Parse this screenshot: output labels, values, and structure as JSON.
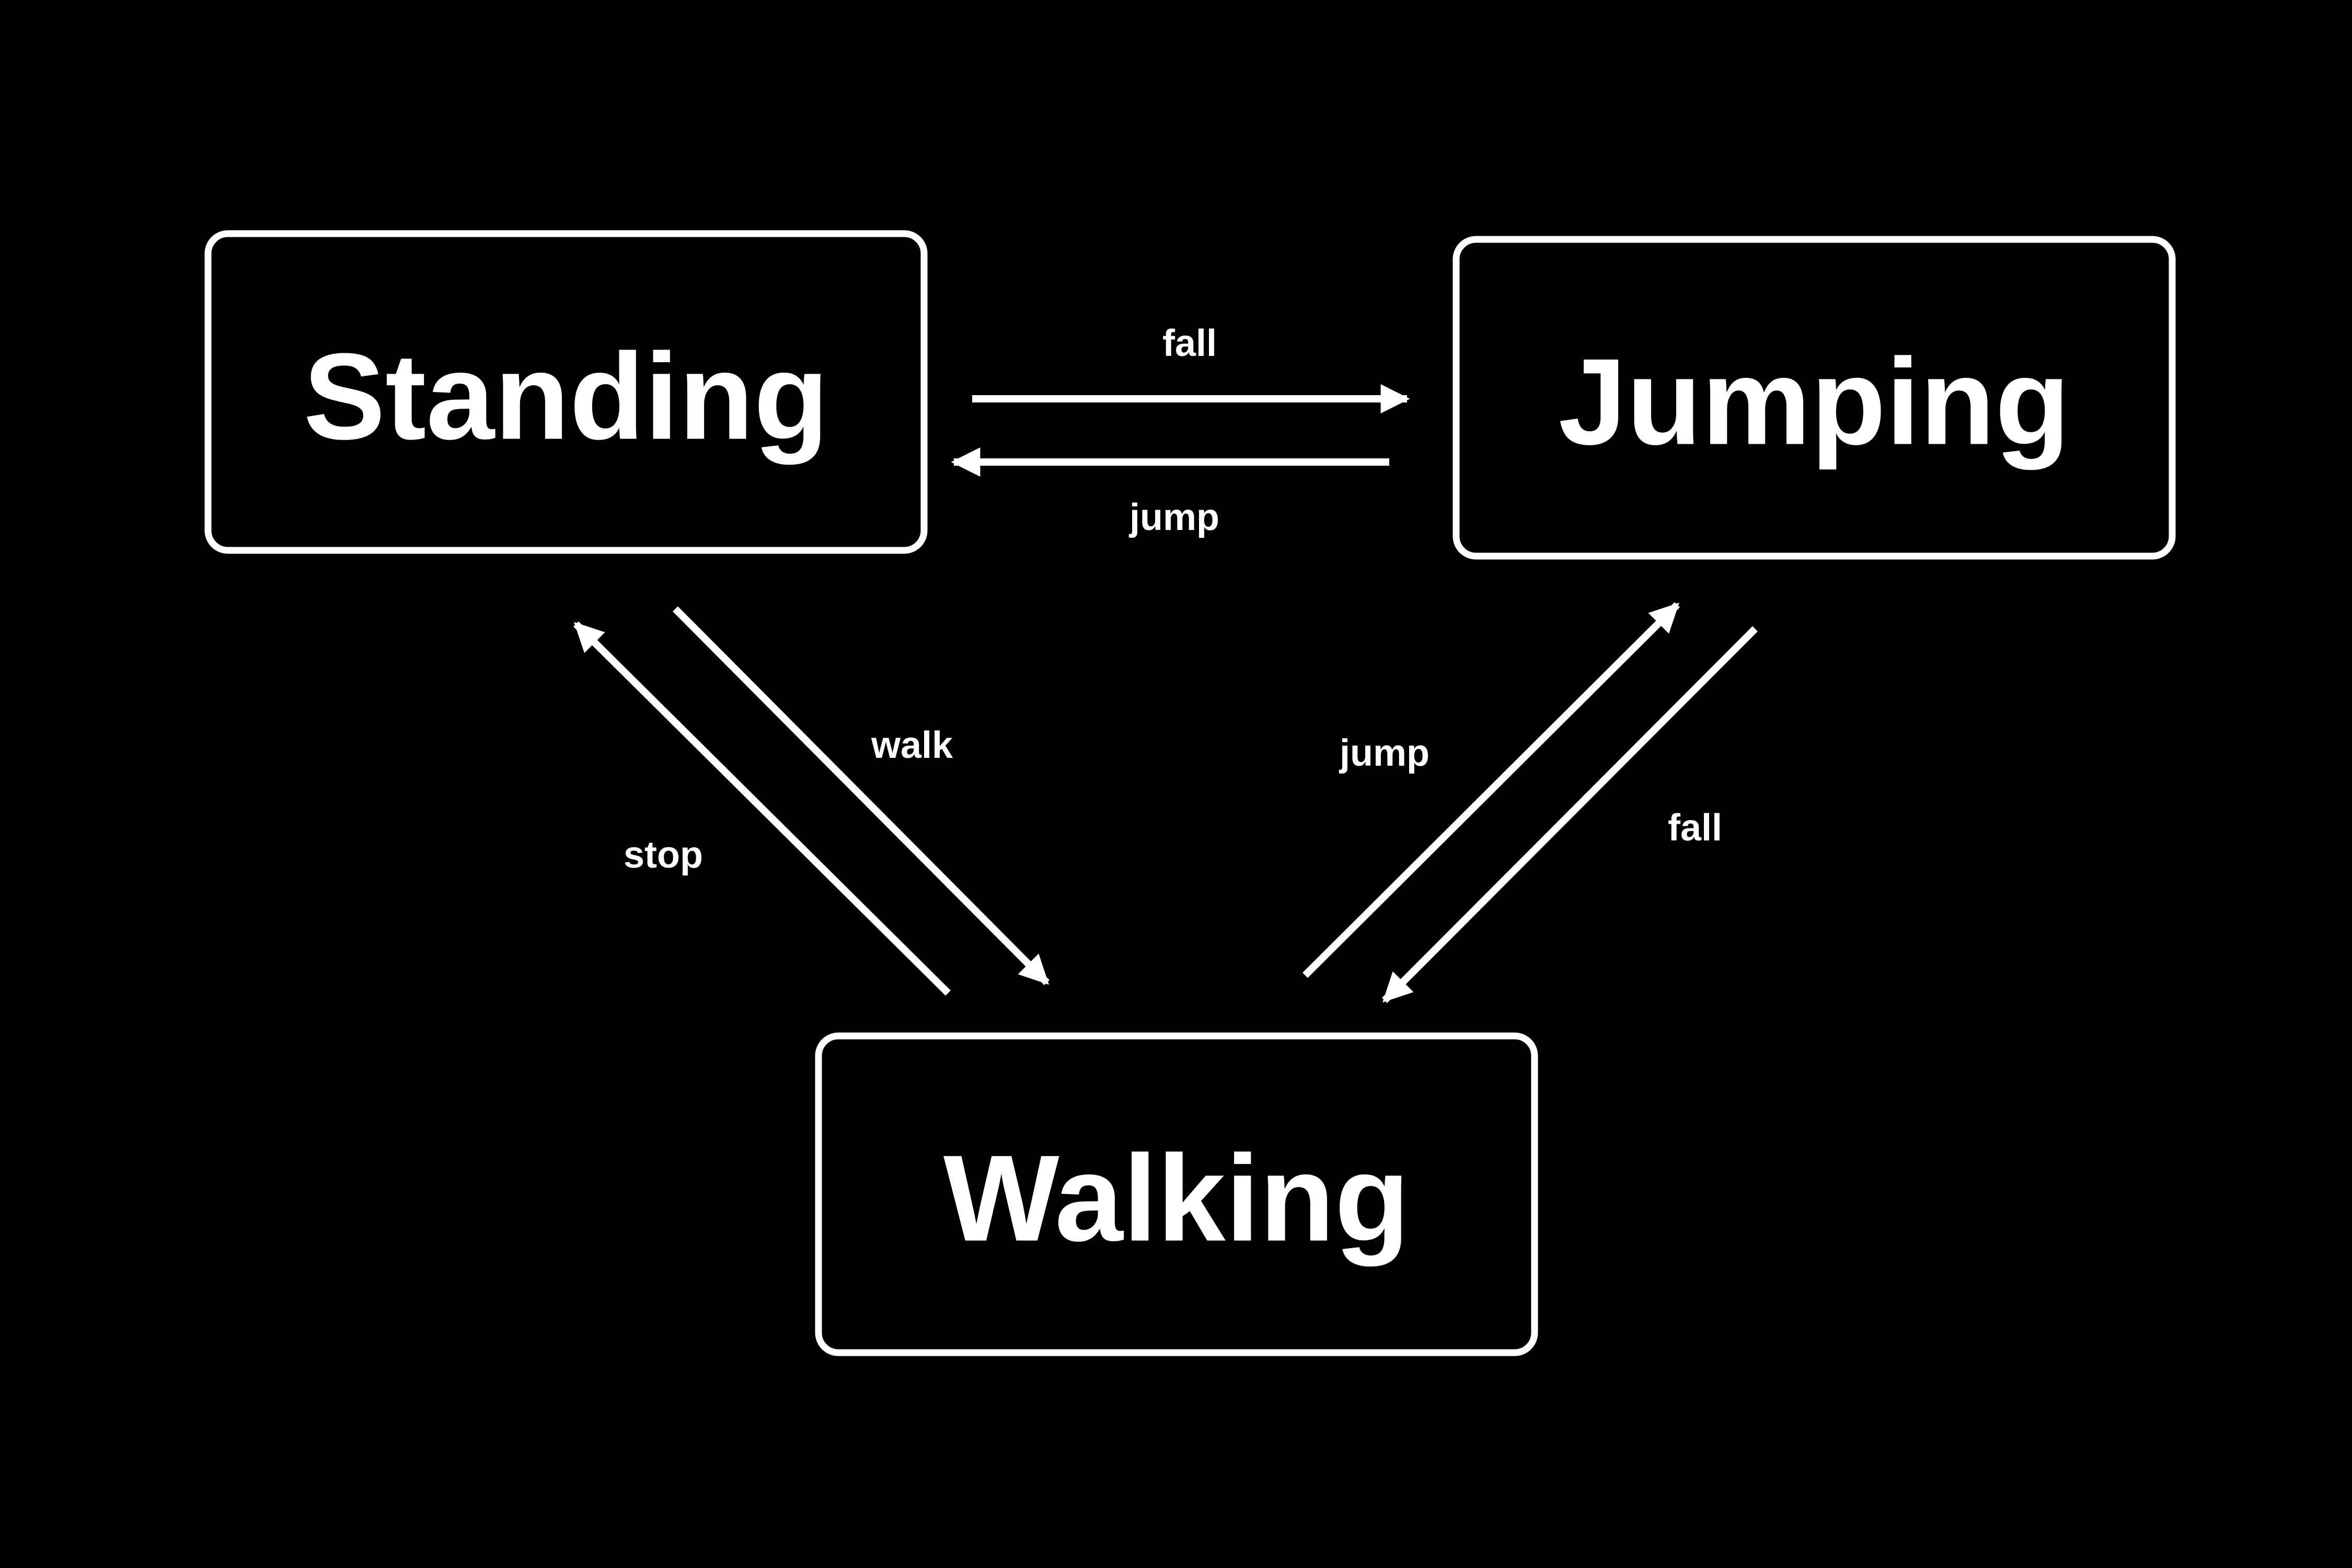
{
  "colors": {
    "background": "#000000",
    "foreground": "#ffffff"
  },
  "states": [
    {
      "id": "standing",
      "label": "Standing"
    },
    {
      "id": "jumping",
      "label": "Jumping"
    },
    {
      "id": "walking",
      "label": "Walking"
    }
  ],
  "transitions": [
    {
      "from": "standing",
      "to": "jumping",
      "label": "fall"
    },
    {
      "from": "jumping",
      "to": "standing",
      "label": "jump"
    },
    {
      "from": "standing",
      "to": "walking",
      "label": "walk"
    },
    {
      "from": "walking",
      "to": "standing",
      "label": "stop"
    },
    {
      "from": "walking",
      "to": "jumping",
      "label": "jump"
    },
    {
      "from": "jumping",
      "to": "walking",
      "label": "fall"
    }
  ]
}
